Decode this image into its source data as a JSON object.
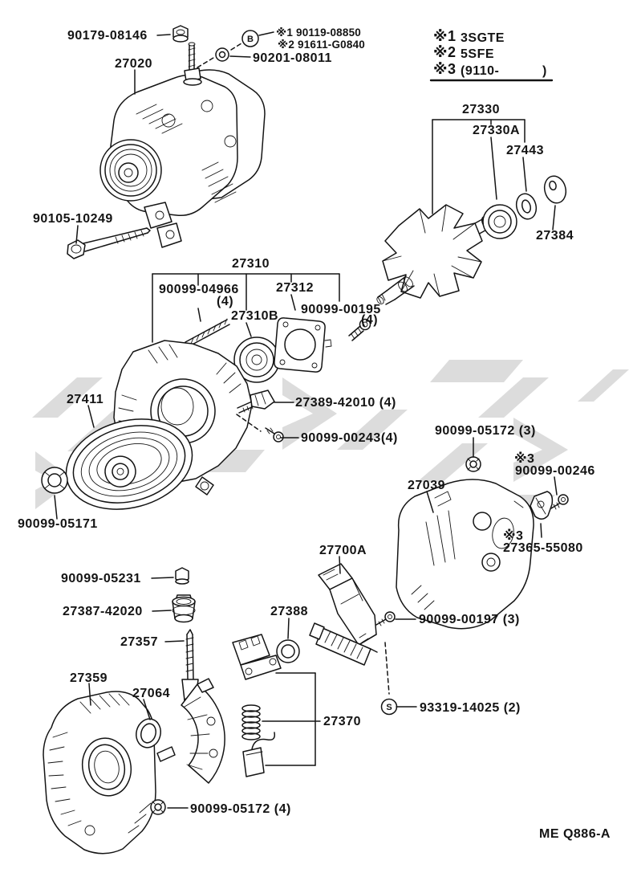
{
  "page": {
    "background": "#ffffff",
    "ink_color": "#141414",
    "watermark_color": "#dcdcdc",
    "figure_code": "ME Q886-A"
  },
  "legend": {
    "rows": [
      {
        "marker": "※1",
        "value": "3SGTE"
      },
      {
        "marker": "※2",
        "value": "5SFE"
      },
      {
        "marker": "※3",
        "value": "(9110-"
      }
    ],
    "close_paren": ")"
  },
  "symbols": {
    "b_marker": "B",
    "s_marker": "S"
  },
  "labels": {
    "p90179_08146": "90179-08146",
    "p27020": "27020",
    "mark1_part": "※1 90119-08850",
    "mark2_part": "※2 91611-G0840",
    "p90201_08011": "90201-08011",
    "p27330": "27330",
    "p27330A": "27330A",
    "p27443": "27443",
    "p27384": "27384",
    "p90105_10249": "90105-10249",
    "p27310": "27310",
    "p90099_04966": "90099-04966",
    "q90099_04966": "(4)",
    "p27312": "27312",
    "p27310B": "27310B",
    "p90099_00195": "90099-00195",
    "q90099_00195": "(4)",
    "p27411": "27411",
    "p27389_42010": "27389-42010 (4)",
    "p90099_00243": "90099-00243(4)",
    "p90099_05172_3": "90099-05172 (3)",
    "mark3_a": "※3",
    "p90099_00246": "90099-00246",
    "p27039": "27039",
    "mark3_b": "※3",
    "p27365_55080": "27365-55080",
    "p90099_05171": "90099-05171",
    "p27700A": "27700A",
    "p90099_05231": "90099-05231",
    "p27387_42020": "27387-42020",
    "p27357": "27357",
    "p27388": "27388",
    "p90099_00197": "90099-00197 (3)",
    "p27359": "27359",
    "p27064": "27064",
    "p27370": "27370",
    "p93319_14025": "93319-14025 (2)",
    "p90099_05172_4": "90099-05172 (4)"
  }
}
